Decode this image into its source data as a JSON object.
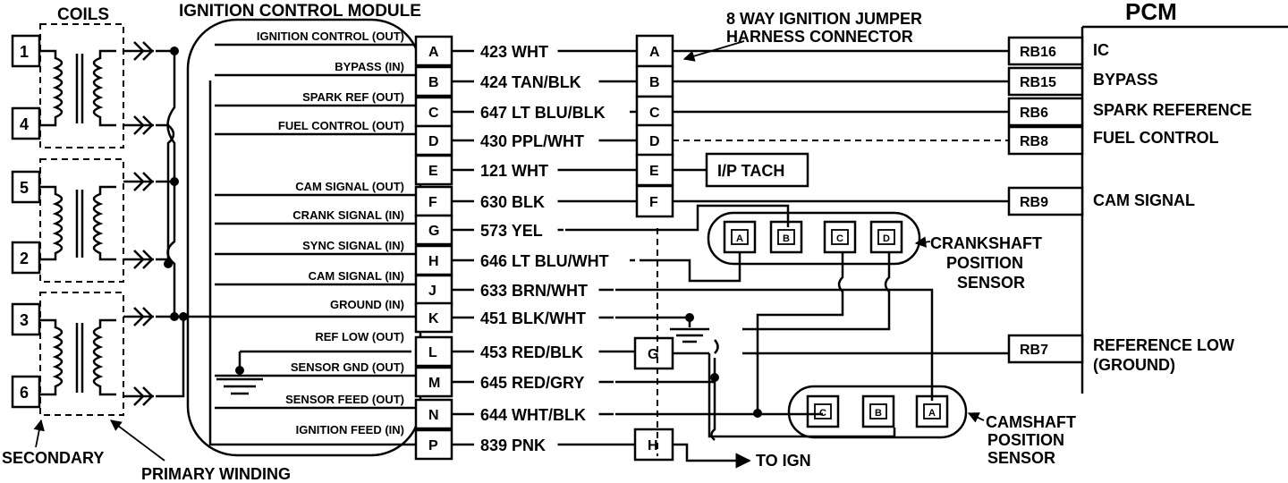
{
  "titles": {
    "coils": "COILS",
    "icm": "IGNITION CONTROL MODULE",
    "jumper_line1": "8 WAY IGNITION JUMPER",
    "jumper_line2": "HARNESS CONNECTOR",
    "pcm": "PCM"
  },
  "coils": [
    "1",
    "4",
    "5",
    "2",
    "3",
    "6"
  ],
  "icm_signals": [
    "IGNITION CONTROL (OUT)",
    "BYPASS (IN)",
    "SPARK REF (OUT)",
    "FUEL CONTROL (OUT)",
    "",
    "CAM SIGNAL (OUT)",
    "CRANK SIGNAL (IN)",
    "SYNC SIGNAL (IN)",
    "CAM SIGNAL (IN)",
    "GROUND (IN)",
    "REF LOW (OUT)",
    "SENSOR GND (OUT)",
    "SENSOR FEED (OUT)",
    "IGNITION FEED (IN)"
  ],
  "icm_pins": [
    "A",
    "B",
    "C",
    "D",
    "E",
    "F",
    "G",
    "H",
    "J",
    "K",
    "L",
    "M",
    "N",
    "P"
  ],
  "wires": [
    "423 WHT",
    "424 TAN/BLK",
    "647 LT BLU/BLK",
    "430 PPL/WHT",
    "121 WHT",
    "630 BLK",
    "573 YEL",
    "646 LT BLU/WHT",
    "633 BRN/WHT",
    "451 BLK/WHT",
    "453 RED/BLK",
    "645 RED/GRY",
    "644 WHT/BLK",
    "839 PNK"
  ],
  "jumper_pins": [
    "A",
    "B",
    "C",
    "D",
    "E",
    "F",
    "G",
    "H"
  ],
  "ip_tach": "I/P TACH",
  "pcm_pins": [
    "RB16",
    "RB15",
    "RB6",
    "RB8",
    "RB9",
    "RB7"
  ],
  "pcm_labels": [
    "IC",
    "BYPASS",
    "SPARK REFERENCE",
    "FUEL CONTROL",
    "CAM SIGNAL"
  ],
  "pcm_ref_low_line1": "REFERENCE LOW",
  "pcm_ref_low_line2": "(GROUND)",
  "crank_sensor_pins": [
    "A",
    "B",
    "C",
    "D"
  ],
  "crank_sensor_label": [
    "CRANKSHAFT",
    "POSITION",
    "SENSOR"
  ],
  "cam_sensor_pins": [
    "C",
    "B",
    "A"
  ],
  "cam_sensor_label": [
    "CAMSHAFT",
    "POSITION",
    "SENSOR"
  ],
  "to_ign": "TO IGN",
  "secondary": "SECONDARY",
  "primary_winding": "PRIMARY WINDING"
}
